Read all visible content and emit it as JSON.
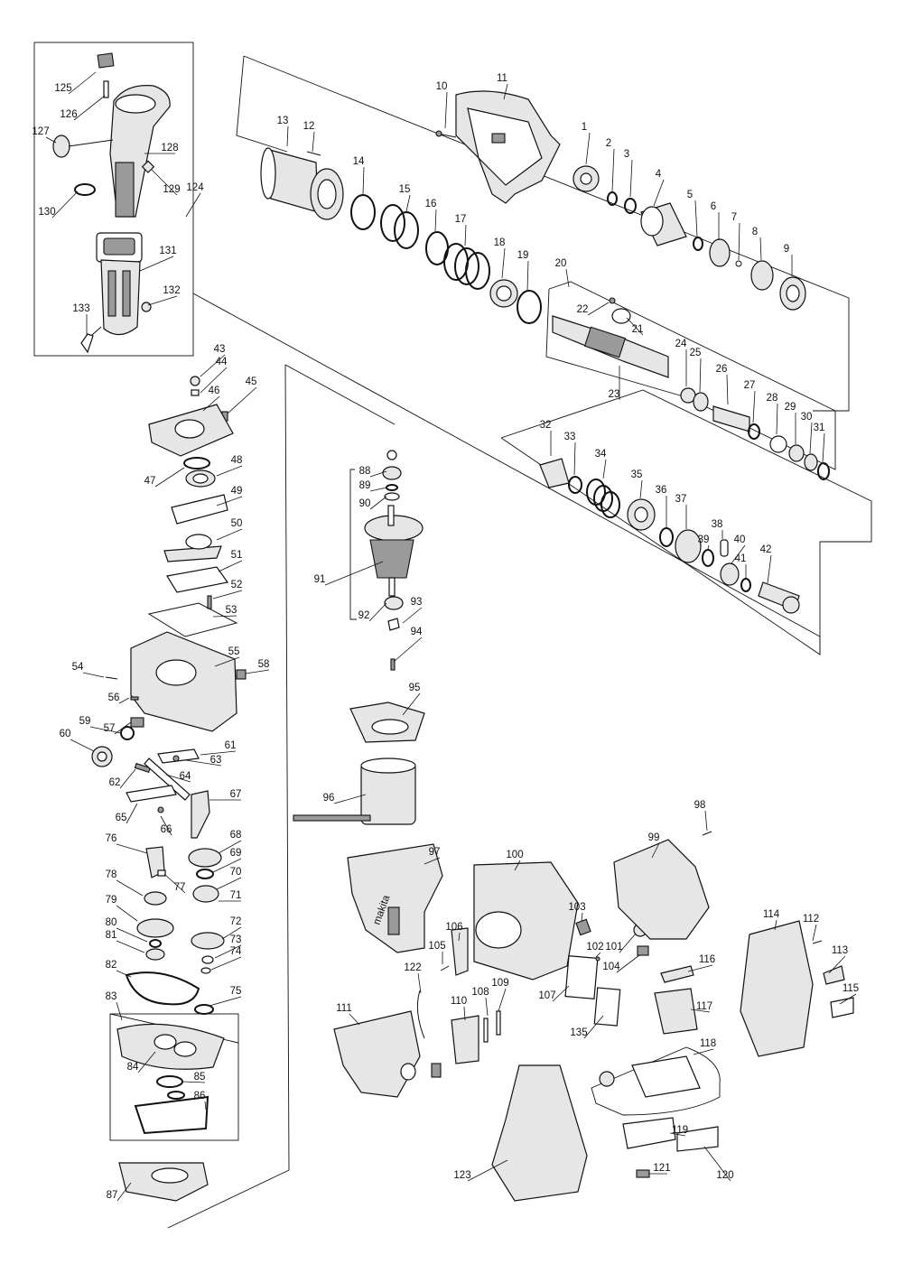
{
  "diagram": {
    "part_labels": [
      "1",
      "2",
      "3",
      "4",
      "5",
      "6",
      "7",
      "8",
      "9",
      "10",
      "11",
      "12",
      "13",
      "14",
      "15",
      "16",
      "17",
      "18",
      "19",
      "20",
      "21",
      "22",
      "23",
      "24",
      "25",
      "26",
      "27",
      "28",
      "29",
      "30",
      "31",
      "32",
      "33",
      "34",
      "35",
      "36",
      "37",
      "38",
      "39",
      "40",
      "41",
      "42",
      "43",
      "44",
      "45",
      "46",
      "47",
      "48",
      "49",
      "50",
      "51",
      "52",
      "53",
      "54",
      "55",
      "56",
      "57",
      "58",
      "59",
      "60",
      "61",
      "62",
      "63",
      "64",
      "65",
      "66",
      "67",
      "68",
      "69",
      "70",
      "71",
      "72",
      "73",
      "74",
      "75",
      "76",
      "77",
      "78",
      "79",
      "80",
      "81",
      "82",
      "83",
      "84",
      "85",
      "86",
      "87",
      "88",
      "89",
      "90",
      "91",
      "92",
      "93",
      "94",
      "95",
      "96",
      "97",
      "98",
      "99",
      "100",
      "101",
      "102",
      "103",
      "104",
      "105",
      "106",
      "107",
      "108",
      "109",
      "110",
      "111",
      "112",
      "113",
      "114",
      "115",
      "116",
      "117",
      "118",
      "119",
      "120",
      "121",
      "122",
      "123",
      "124",
      "125",
      "126",
      "127",
      "128",
      "129",
      "130",
      "131",
      "132",
      "133",
      "135"
    ],
    "brand_mark": "makita"
  }
}
